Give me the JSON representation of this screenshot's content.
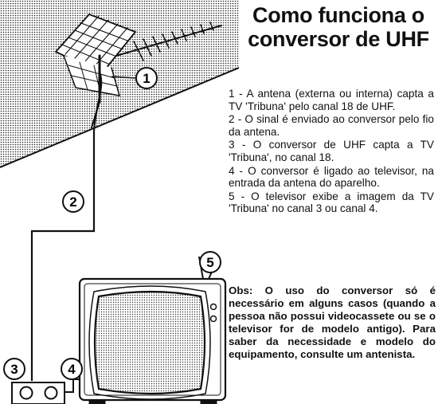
{
  "title": "Como funciona o conversor de UHF",
  "steps": [
    {
      "text": "1 - A antena (externa ou interna) capta a TV 'Tribuna' pelo canal 18 de UHF."
    },
    {
      "text": "2 - O sinal é enviado ao conversor pelo fio da antena."
    },
    {
      "text": "3 - O conversor de UHF capta a TV 'Tribuna', no canal 18."
    },
    {
      "text": "4 - O conversor é ligado ao televisor, na entrada da antena do aparelho."
    },
    {
      "text": "5 - O televisor exibe a imagem da TV 'Tribuna' no canal 3 ou canal 4."
    }
  ],
  "note": "Obs: O uso do conversor só é necessário em alguns casos (quando a pessoa não possui videocassete ou se o televisor for de modelo antigo). Para saber da necessidade e modelo do equipamento, consulte um antenista.",
  "markers": [
    {
      "label": "1",
      "name": "antenna"
    },
    {
      "label": "2",
      "name": "antenna-cable"
    },
    {
      "label": "3",
      "name": "converter"
    },
    {
      "label": "4",
      "name": "tv-connection"
    },
    {
      "label": "5",
      "name": "television"
    }
  ],
  "colors": {
    "ink": "#111111",
    "roof_shade": "#bdbdbd",
    "screen_shade": "#c9c9c9",
    "paper": "#ffffff"
  }
}
